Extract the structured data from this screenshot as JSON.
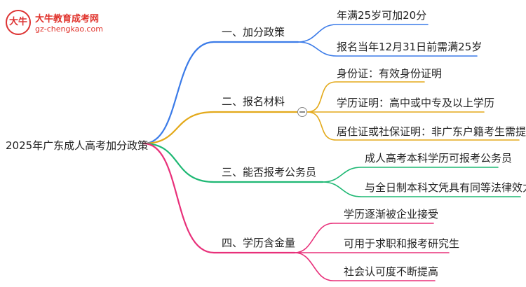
{
  "brand": {
    "mark": "大牛",
    "title": "大牛教育成考网",
    "url": "gz-chengkao.com"
  },
  "root": {
    "label": "2025年广东成人高考加分政策"
  },
  "branches": [
    {
      "label": "一、加分政策",
      "color": "#3b7be8",
      "children": [
        "年满25岁可加20分",
        "报名当年12月31日前需满25岁"
      ]
    },
    {
      "label": "二、报名材料",
      "color": "#e3a91a",
      "children": [
        "身份证：有效身份证明",
        "学历证明：高中或中专及以上学历",
        "居住证或社保证明：非广东户籍考生需提供"
      ]
    },
    {
      "label": "三、能否报考公务员",
      "color": "#1fb874",
      "children": [
        "成人高考本科学历可报考公务员",
        "与全日制本科文凭具有同等法律效力"
      ]
    },
    {
      "label": "四、学历含金量",
      "color": "#e8307a",
      "children": [
        "学历逐渐被企业接受",
        "可用于求职和报考研究生",
        "社会认可度不断提高"
      ]
    }
  ]
}
